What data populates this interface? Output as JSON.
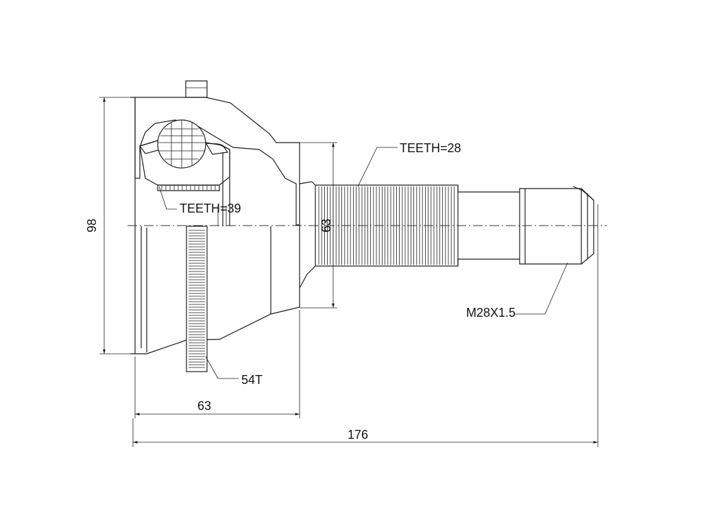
{
  "drawing": {
    "labels": {
      "outer_splines": "TEETH=28",
      "inner_splines": "TEETH=39",
      "abs_ring": "54T",
      "thread": "M28X1.5"
    },
    "dimensions": {
      "outer_diameter": "98",
      "shaft_spline_diameter": "63",
      "bell_length": "63",
      "overall_length": "176"
    }
  }
}
